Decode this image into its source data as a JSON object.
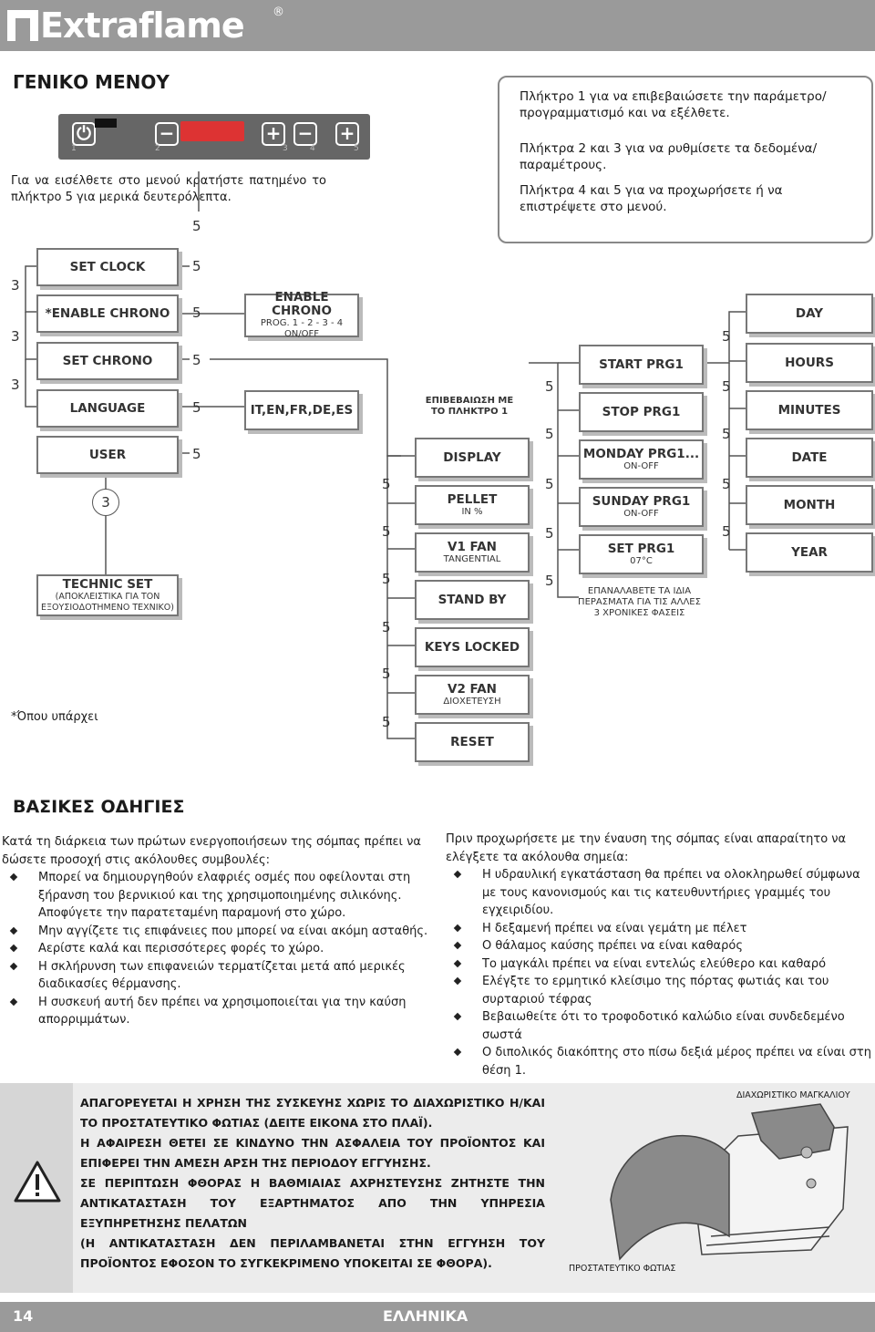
{
  "header": {
    "brand": "Extraflame",
    "reg": "®"
  },
  "section1_title": "ΓΕΝΙΚΟ ΜΕΝΟΥ",
  "left_instruction": "Για να εισέλθετε στο μενού κρατήστε πατημένο το πλήκτρο 5 για μερικά δευτερόλεπτα.",
  "panel": {
    "numbers": [
      "1",
      "2",
      "3",
      "4",
      "5"
    ],
    "key5_label": "5"
  },
  "info": {
    "p1": "Πλήκτρο 1 για να επιβεβαιώσετε την παράμετρο/ προγραμματισμό και να εξέλθετε.",
    "p2": "Πλήκτρα 2 και 3 για να ρυθμίσετε τα δεδομένα/ παραμέτρους.",
    "p3": "Πλήκτρα 4 και 5 για να προχωρήσετε ή να επιστρέψετε στο μενού."
  },
  "menu": {
    "col1": [
      "SET CLOCK",
      "*ENABLE CHRONO",
      "SET CHRONO",
      "LANGUAGE",
      "USER"
    ],
    "technic_title": "TECHNIC SET",
    "technic_sub": "(ΑΠΟΚΛΕΙΣΤΙΚΑ ΓΙΑ ΤΟΝ ΕΞΟΥΣΙΟΔΟΤΗΜΕΝΟ ΤΕΧΝΙΚΟ)",
    "enable_chrono_title": "ENABLE CHRONO",
    "enable_chrono_sub1": "PROG. 1 - 2 - 3 - 4",
    "enable_chrono_sub2": "ON/OFF",
    "languages": "IT,EN,FR,DE,ES",
    "confirm_note": "ΕΠΙΒΕΒΑΙΩΣΗ ΜΕ ΤΟ ΠΛΗΚΤΡΟ 1",
    "display": "DISPLAY",
    "pellet": "PELLET",
    "pellet_sub": "IN %",
    "v1fan": "V1 FAN",
    "v1fan_sub": "TANGENTIAL",
    "standby": "STAND BY",
    "keys": "KEYS LOCKED",
    "v2fan": "V2 FAN",
    "v2fan_sub": "ΔΙΟΧΕΤΕΥΣΗ",
    "reset": "RESET",
    "start": "START PRG1",
    "stop": "STOP PRG1",
    "monday": "MONDAY PRG1...",
    "monday_sub": "ON-OFF",
    "sunday": "SUNDAY PRG1",
    "sunday_sub": "ON-OFF",
    "setprg": "SET  PRG1",
    "setprg_sub": "07°C",
    "repeat_note": "ΕΠΑΝΑΛΑΒΕΤΕ ΤΑ ΙΔΙΑ ΠΕΡΑΣΜΑΤΑ ΓΙΑ ΤΙΣ ΑΛΛΕΣ 3 ΧΡΟΝΙΚΕΣ ΦΑΣΕΙΣ",
    "clock": [
      "DAY",
      "HOURS",
      "MINUTES",
      "DATE",
      "MONTH",
      "YEAR"
    ],
    "k3": "3",
    "k5": "5",
    "footnote": "*Όπου υπάρχει"
  },
  "section2_title": "ΒΑΣΙΚΕΣ ΟΔΗΓΙΕΣ",
  "col_left": {
    "intro": "Κατά τη διάρκεια των πρώτων ενεργοποιήσεων της σόμπας πρέπει να δώσετε προσοχή στις ακόλουθες συμβουλές:",
    "b1": "Μπορεί να δημιουργηθούν ελαφριές οσμές που οφείλονται στη ξήρανση του βερνικιού και της χρησιμοποιημένης σιλικόνης. Αποφύγετε την παρατεταμένη παραμονή στο χώρο.",
    "b2": "Μην αγγίζετε τις επιφάνειες που μπορεί να είναι ακόμη ασταθής.",
    "b3": "Αερίστε καλά και περισσότερες φορές το χώρο.",
    "b4": "Η σκλήρυνση των επιφανειών τερματίζεται μετά από μερικές διαδικασίες θέρμανσης.",
    "b5": "Η συσκευή αυτή δεν πρέπει να χρησιμοποιείται για την καύση απορριμμάτων."
  },
  "col_right": {
    "intro": "Πριν προχωρήσετε με την έναυση της σόμπας είναι απαραίτητο να ελέγξετε τα ακόλουθα σημεία:",
    "b1": "Η υδραυλική εγκατάσταση θα πρέπει να ολοκληρωθεί σύμφωνα με τους κανονισμούς και τις κατευθυντήριες γραμμές του εγχειριδίου.",
    "b2": "Η δεξαμενή πρέπει να είναι γεμάτη με πέλετ",
    "b3": "Ο θάλαμος καύσης πρέπει να είναι καθαρός",
    "b4": "Το μαγκάλι πρέπει να είναι εντελώς ελεύθερο και καθαρό",
    "b5": "Ελέγξτε το ερμητικό κλείσιμο της πόρτας φωτιάς και του συρταριού τέφρας",
    "b6": "Βεβαιωθείτε ότι το τροφοδοτικό καλώδιο είναι συνδεδεμένο σωστά",
    "b7": "Ο διπολικός διακόπτης στο πίσω δεξιά μέρος πρέπει να είναι στη θέση 1."
  },
  "warning": {
    "p1": "ΑΠΑΓΟΡΕΥΕΤΑΙ Η ΧΡΗΣΗ ΤΗΣ ΣΥΣΚΕΥΗΣ ΧΩΡΙΣ ΤΟ ΔΙΑΧΩΡΙΣΤΙΚΟ Η/ΚΑΙ ΤΟ ΠΡΟΣΤΑΤΕΥΤΙΚΟ ΦΩΤΙΑΣ (ΔΕΙΤΕ ΕΙΚΟΝΑ ΣΤΟ ΠΛΑΪ).",
    "p2": "Η ΑΦΑΙΡΕΣΗ ΘΕΤΕΙ ΣΕ ΚΙΝΔΥΝΟ ΤΗΝ ΑΣΦΑΛΕΙΑ ΤΟΥ ΠΡΟΪΟΝΤΟΣ ΚΑΙ ΕΠΙΦΕΡΕΙ ΤΗΝ ΑΜΕΣΗ ΑΡΣΗ ΤΗΣ ΠΕΡΙΟΔΟΥ ΕΓΓΥΗΣΗΣ.",
    "p3": "ΣΕ ΠΕΡΙΠΤΩΣΗ ΦΘΟΡΑΣ Η ΒΑΘΜΙΑΙΑΣ ΑΧΡΗΣΤΕΥΣΗΣ ΖΗΤΗΣΤΕ ΤΗΝ ΑΝΤΙΚΑΤΑΣΤΑΣΗ ΤΟΥ ΕΞΑΡΤΗΜΑΤΟΣ ΑΠΟ ΤΗΝ ΥΠΗΡΕΣΙΑ ΕΞΥΠΗΡΕΤΗΣΗΣ ΠΕΛΑΤΩΝ",
    "p4": "(Η ΑΝΤΙΚΑΤΑΣΤΑΣΗ ΔΕΝ ΠΕΡΙΛΑΜΒΑΝΕΤΑΙ ΣΤΗΝ ΕΓΓΥΗΣΗ ΤΟΥ ΠΡΟΪΟΝΤΟΣ ΕΦΟΣΟΝ ΤΟ ΣΥΓΚΕΚΡΙΜΕΝΟ ΥΠΟΚΕΙΤΑΙ ΣΕ ΦΘΟΡΑ).",
    "label_top": "ΔΙΑΧΩΡΙΣΤΙΚΟ ΜΑΓΚΑΛΙΟΥ",
    "label_bottom": "ΠΡΟΣΤΑΤΕΥΤΙΚΟ ΦΩΤΙΑΣ"
  },
  "footer": {
    "page": "14",
    "language": "ΕΛΛΗΝΙΚΑ"
  }
}
